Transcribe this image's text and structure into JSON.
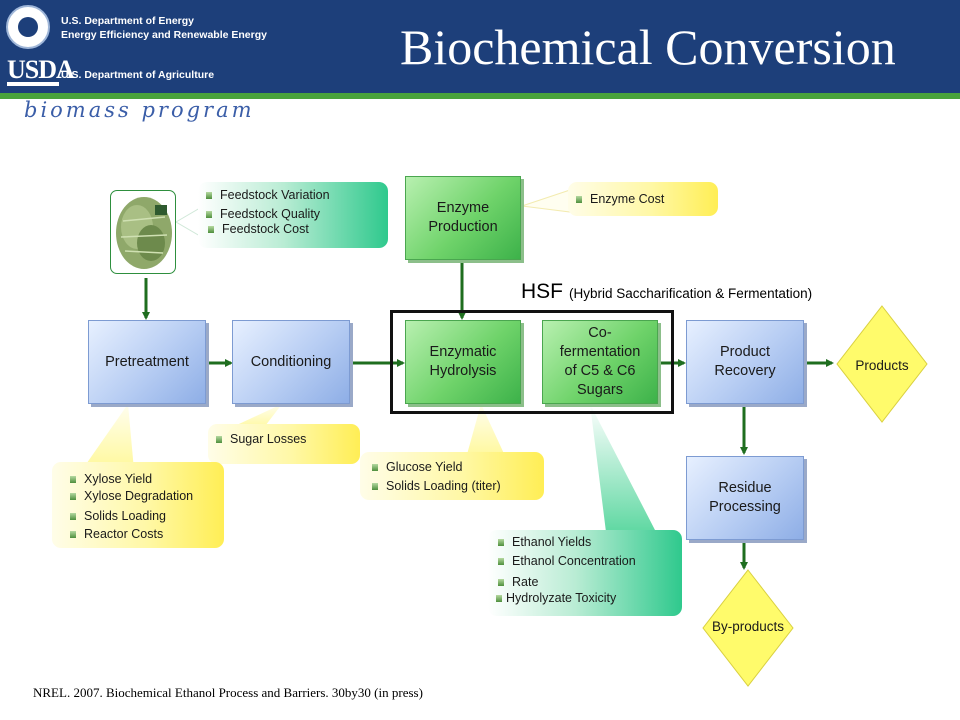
{
  "header": {
    "agency_energy_1": "U.S. Department of Energy",
    "agency_energy_2": "Energy Efficiency and Renewable Energy",
    "usda_logo": "USDA",
    "agency_agriculture": "U.S. Department of Agriculture",
    "tagline": "biomass program",
    "title": "Biochemical Conversion"
  },
  "process": {
    "pretreatment": "Pretreatment",
    "conditioning": "Conditioning",
    "enzyme_production_1": "Enzyme",
    "enzyme_production_2": "Production",
    "enzymatic_hydrolysis_1": "Enzymatic",
    "enzymatic_hydrolysis_2": "Hydrolysis",
    "cofermentation_1": "Co-",
    "cofermentation_2": "fermentation",
    "cofermentation_3": "of C5 & C6",
    "cofermentation_4": "Sugars",
    "product_recovery_1": "Product",
    "product_recovery_2": "Recovery",
    "residue_processing_1": "Residue",
    "residue_processing_2": "Processing",
    "products": "Products",
    "byproducts": "By-products"
  },
  "hsf": {
    "label": "HSF",
    "description": "(Hybrid Saccharification & Fermentation)"
  },
  "callouts": {
    "feedstock": [
      "Feedstock Variation",
      "Feedstock Quality",
      "Feedstock Cost"
    ],
    "enzyme": [
      "Enzyme Cost"
    ],
    "sugar": [
      "Sugar Losses"
    ],
    "pretreatment": [
      "Xylose Yield",
      "Xylose Degradation",
      "Solids Loading",
      "Reactor Costs"
    ],
    "hydrolysis": [
      "Glucose Yield",
      "Solids Loading (titer)"
    ],
    "fermentation": [
      "Ethanol Yields",
      "Ethanol Concentration",
      "Rate",
      "Hydrolyzate Toxicity"
    ]
  },
  "citation": "NREL. 2007. Biochemical Ethanol Process and Barriers. 30by30 (in press)",
  "colors": {
    "header_blue": "#1d3f7a",
    "header_green": "#49a33b",
    "arrow_green": "#1f6e1f",
    "diamond_yellow": "#fffb6b"
  }
}
